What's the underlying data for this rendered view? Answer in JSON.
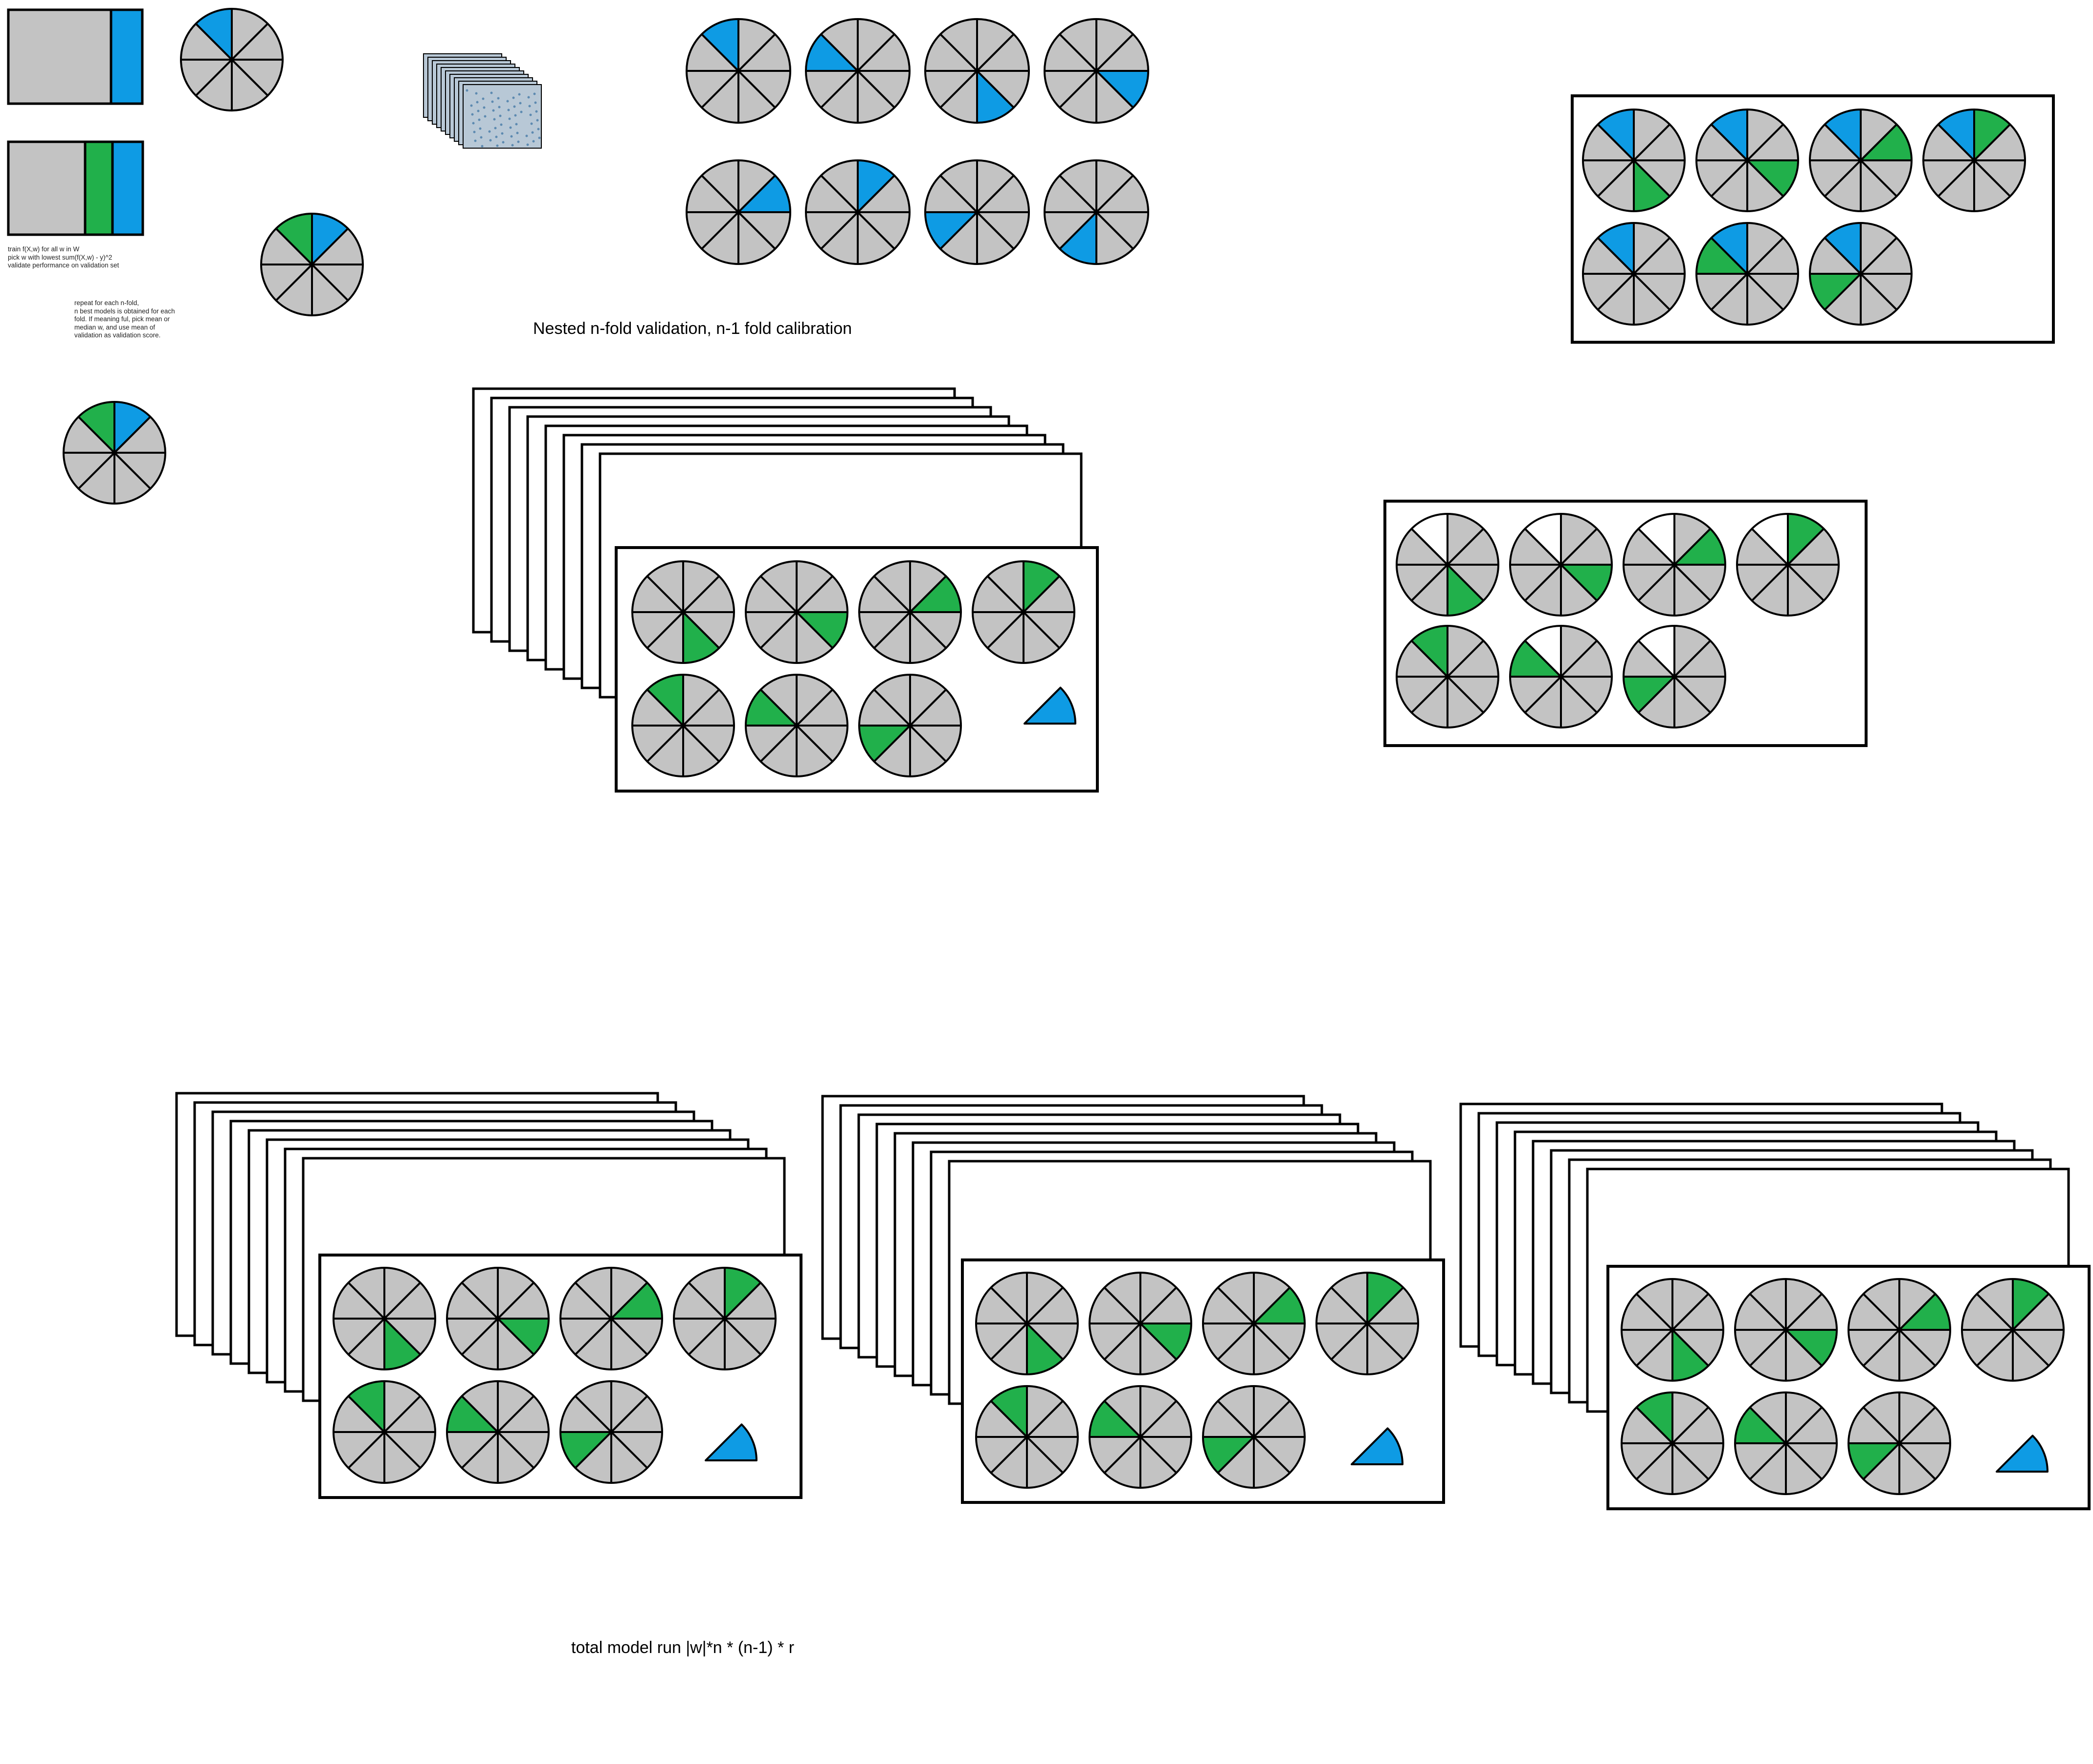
{
  "colors": {
    "blue": "#0e9be4",
    "green": "#21b04b",
    "grey": "#c3c3c3",
    "white": "#ffffff",
    "stroke": "#000000"
  },
  "pie_segments": 8,
  "notes": {
    "train": "train f(X,w) for all w in W\npick w with lowest sum(f(X,w) - y)^2\nvalidate performance on validation set",
    "repeat": "repeat for each n-fold,\nn best models is obtained for each\nfold. If meaning ful, pick mean or\nmedian w, and use mean of\nvalidation as validation score."
  },
  "captions": {
    "nested": "Nested n-fold validation, n-1 fold calibration",
    "total": "total model run |w|*n * (n-1) * r"
  },
  "folds": {
    "outer_validation": [
      "7",
      "6",
      "3",
      "2",
      "1",
      "0",
      "5",
      "4"
    ],
    "inner_calibration": [
      "3",
      "2",
      "1",
      "0",
      "7",
      "6",
      "5"
    ],
    "inner_no_validation": [
      "3",
      "2",
      "1",
      "0",
      "7",
      "6",
      "5"
    ]
  }
}
